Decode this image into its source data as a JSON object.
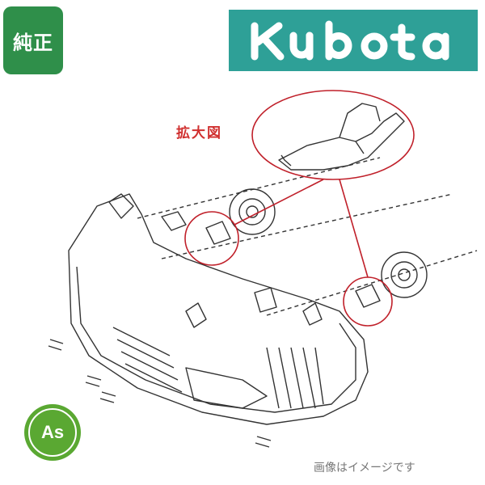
{
  "badge": {
    "label": "純正",
    "color": "#2f8f4a"
  },
  "logo": {
    "text": "Kubota",
    "background": "#2ea097",
    "text_color": "#ffffff"
  },
  "zoom": {
    "label": "拡大図",
    "color": "#d0302f"
  },
  "as_badge": {
    "label": "As",
    "color": "#5aa832"
  },
  "caption": {
    "text": "画像はイメージです"
  },
  "diagram": {
    "subject": "headlight-assembly",
    "highlight_color": "#c0202a"
  }
}
